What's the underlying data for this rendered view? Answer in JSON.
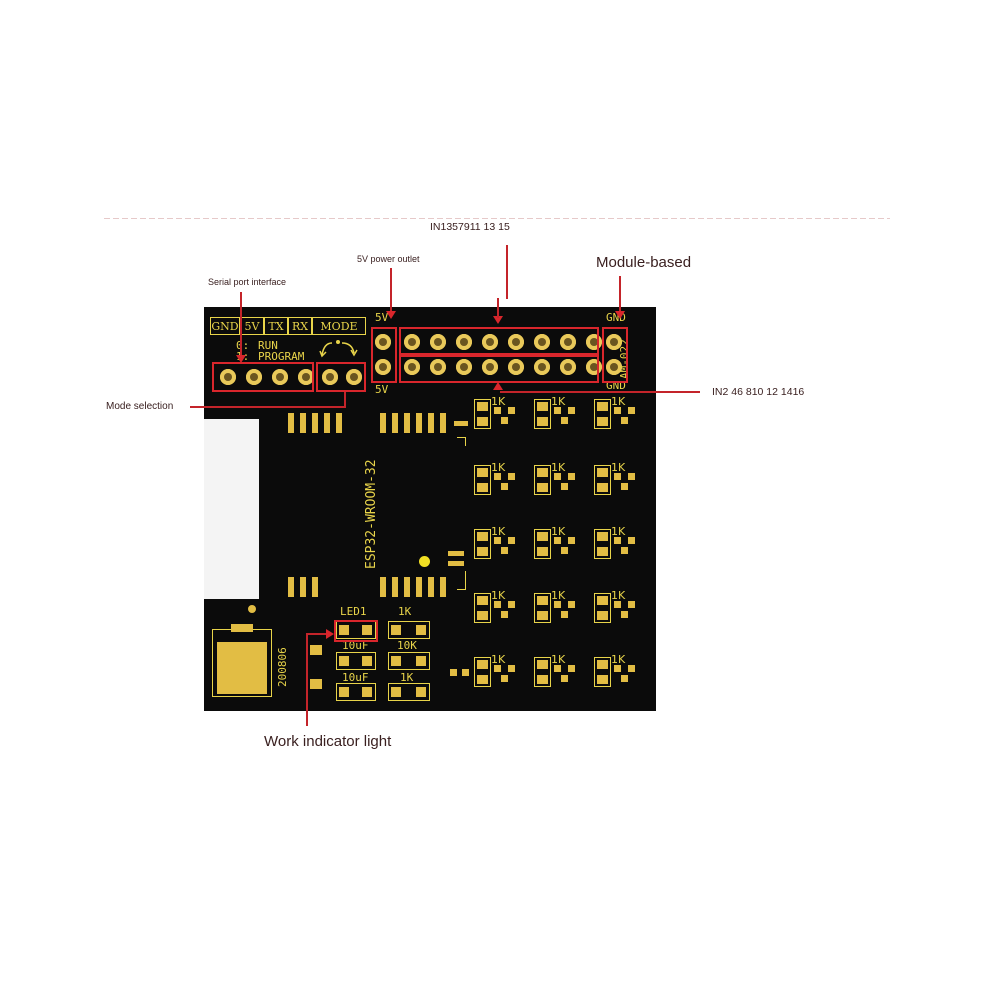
{
  "callouts": {
    "serial_port": "Serial port interface",
    "mode_selection": "Mode selection",
    "power_outlet": "5V power outlet",
    "odd_inputs": "IN1357911 13 15",
    "module_based": "Module-based",
    "even_inputs": "IN2 46 810 12 1416",
    "work_indicator": "Work indicator light"
  },
  "silkscreen": {
    "header": [
      "GND",
      "5V",
      "TX",
      "RX",
      "MODE"
    ],
    "run": "RUN",
    "program": "PROGRAM",
    "marker_top": "0:",
    "marker_bottom": "1:",
    "vcc_top": "5V",
    "vcc_bottom": "5V",
    "gnd_top": "GND",
    "gnd_bottom": "GND",
    "board_id": "AM-022",
    "module": "ESP32-WROOM-32",
    "led": "LED1",
    "res_1k": "1K",
    "res_10k": "10K",
    "cap1": "10uF",
    "cap2": "10uF",
    "res_1k_b": "1K",
    "regulator": "200806"
  },
  "colors": {
    "board": "#0b0b0b",
    "silk": "#e8d44a",
    "pad": "#e2bd44",
    "annotation": "#d9262c"
  }
}
